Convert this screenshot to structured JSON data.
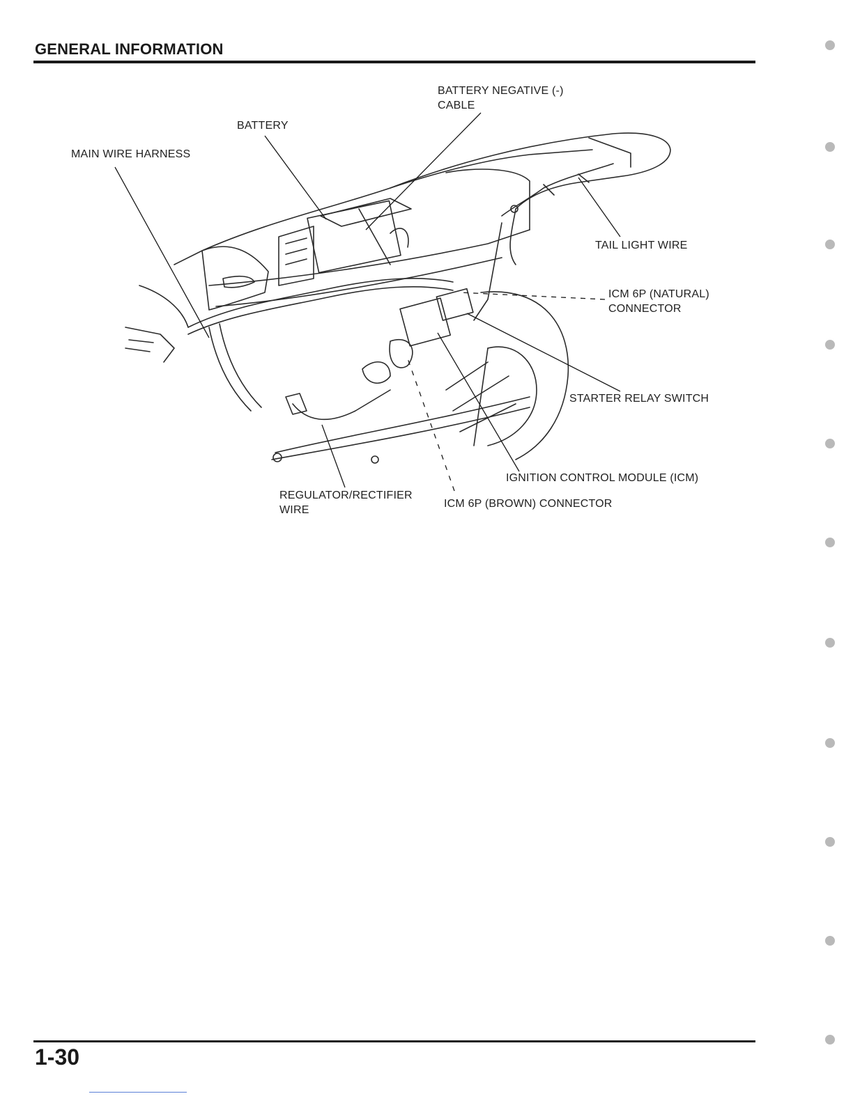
{
  "header": {
    "title": "GENERAL INFORMATION"
  },
  "figure": {
    "labels": {
      "battery_negative_cable_line1": "BATTERY NEGATIVE (-)",
      "battery_negative_cable_line2": "CABLE",
      "battery": "BATTERY",
      "main_wire_harness": "MAIN WIRE HARNESS",
      "tail_light_wire": "TAIL LIGHT WIRE",
      "icm_natural_line1": "ICM 6P (NATURAL)",
      "icm_natural_line2": "CONNECTOR",
      "starter_relay_switch": "STARTER RELAY SWITCH",
      "icm": "IGNITION CONTROL MODULE (ICM)",
      "regulator_line1": "REGULATOR/RECTIFIER",
      "regulator_line2": "WIRE",
      "icm_brown": "ICM 6P (BROWN) CONNECTOR"
    }
  },
  "footer": {
    "page_number": "1-30"
  }
}
